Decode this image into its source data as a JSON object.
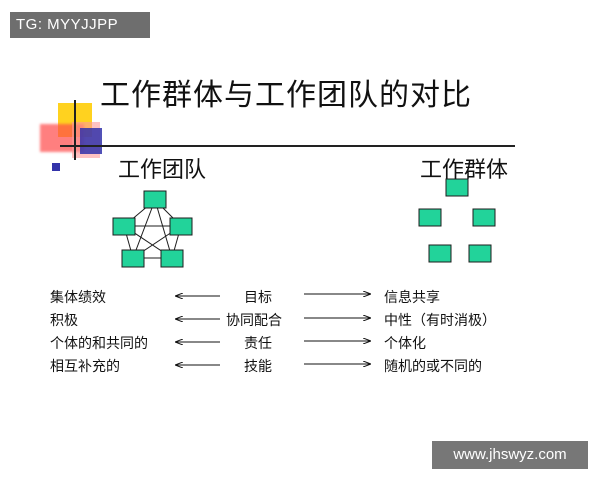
{
  "watermark_top": "TG: MYYJJPP",
  "watermark_bottom": "www.jhswyz.com",
  "title": "工作群体与工作团队的对比",
  "left_heading": "工作团队",
  "right_heading": "工作群体",
  "colors": {
    "node_fill": "#22d39a",
    "node_stroke": "#1d1d1d",
    "accent_blue": "#3333aa",
    "accent_yellow": "#ffd21f",
    "accent_red": "#ff4a4a"
  },
  "comparison_rows": [
    {
      "left": "集体绩效",
      "middle": "目标",
      "right": "信息共享"
    },
    {
      "left": "积极",
      "middle": "协同配合",
      "right": "中性（有时消极）"
    },
    {
      "left": "个体的和共同的",
      "middle": "责任",
      "right": "个体化"
    },
    {
      "left": "相互补充的",
      "middle": "技能",
      "right": "随机的或不同的"
    }
  ]
}
